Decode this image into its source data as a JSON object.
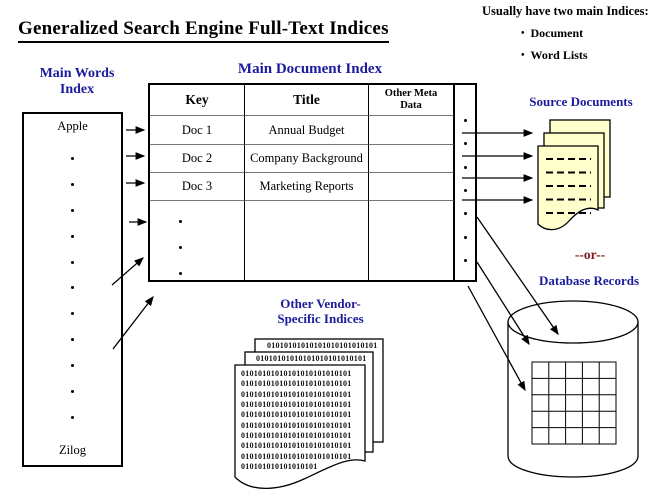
{
  "title": "Generalized Search Engine Full-Text Indices",
  "note": {
    "heading": "Usually have two main Indices:",
    "bullet": "•",
    "items": [
      "Document",
      "Word Lists"
    ]
  },
  "word_index": {
    "heading_line1": "Main Words",
    "heading_line2": "Index",
    "first_word": "Apple",
    "last_word": "Zilog",
    "dot_count": 11
  },
  "document_index": {
    "heading": "Main Document Index",
    "columns": {
      "key": "Key",
      "title": "Title",
      "meta_line1": "Other Meta",
      "meta_line2": "Data"
    },
    "rows": [
      {
        "key": "Doc 1",
        "title": "Annual Budget",
        "meta": ""
      },
      {
        "key": "Doc 2",
        "title": "Company Background",
        "meta": ""
      },
      {
        "key": "Doc 3",
        "title": "Marketing Reports",
        "meta": ""
      }
    ],
    "more_rows_dot_count": 3,
    "pointer_dot_count": 7
  },
  "source_documents": {
    "heading": "Source Documents",
    "dash_line_count": 5
  },
  "or_divider": "--or--",
  "database": {
    "heading": "Database Records",
    "grid_rows": 5,
    "grid_cols": 5
  },
  "vendor_indices": {
    "heading_line1": "Other Vendor-",
    "heading_line2": "Specific Indices",
    "binary_line": "01010101010101010101010101",
    "binary_line_short": "010101010101010101",
    "front_full_line_count": 9
  },
  "colors": {
    "heading_blue": "#1b1b9e",
    "or_maroon": "#801919",
    "page_yellow": "#ffffcc",
    "line_black": "#000000"
  }
}
